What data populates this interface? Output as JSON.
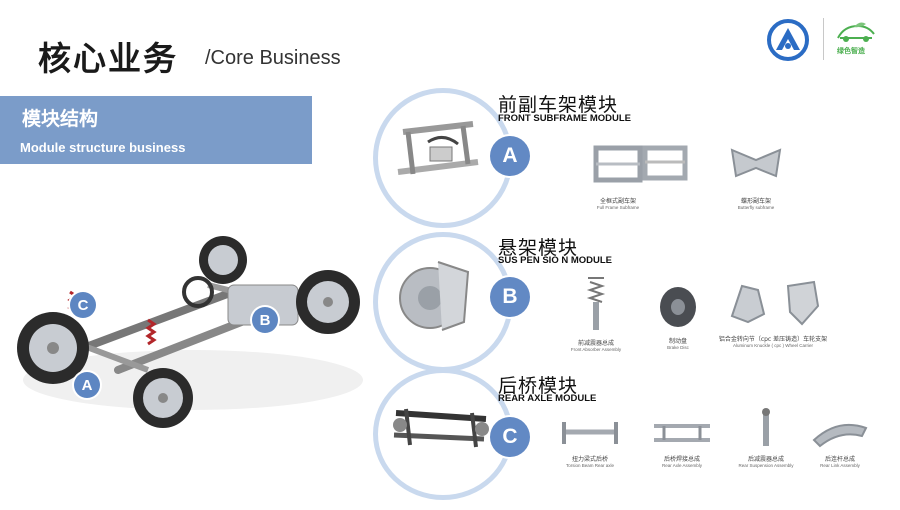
{
  "header": {
    "title_cn": "核心业务",
    "title_en": "/Core Business",
    "logo_secondary_text": "绿色智造"
  },
  "section_band": {
    "title_cn": "模块结构",
    "title_en": "Module structure business"
  },
  "car_badges": [
    "A",
    "B",
    "C"
  ],
  "modules": [
    {
      "badge": "A",
      "title_cn": "前副车架模块",
      "title_en": "FRONT SUBFRAME  MODULE",
      "parts": [
        {
          "cn": "全框式副车架",
          "en": "Full Frame Subframe",
          "icon": "full-frame-subframe-icon"
        },
        {
          "cn": "蝶形副车架",
          "en": "Butterfly subframe",
          "icon": "butterfly-subframe-icon"
        }
      ]
    },
    {
      "badge": "B",
      "title_cn": "悬架模块",
      "title_en": "SUS PEN SIO N MODULE",
      "parts": [
        {
          "cn": "前减震器总成",
          "en": "Front Absorber Assembly",
          "icon": "front-absorber-icon"
        },
        {
          "cn": "制动盘",
          "en": "Brake Disc",
          "icon": "brake-disc-icon"
        },
        {
          "cn": "铝合金转向节（cpc 差压铸造）车轮支架",
          "en": "Aluminum Knuckle ( cpc ) Wheel Carrier",
          "icon": "aluminum-knuckle-icon"
        }
      ]
    },
    {
      "badge": "C",
      "title_cn": "后桥模块",
      "title_en": "REAR AXLE MODULE",
      "parts": [
        {
          "cn": "扭力梁式后桥",
          "en": "Torsion Beam Rear axle",
          "icon": "torsion-beam-icon"
        },
        {
          "cn": "后桥焊接总成",
          "en": "Rear Axle Assembly",
          "icon": "rear-axle-assembly-icon"
        },
        {
          "cn": "后减震器总成",
          "en": "Rear Suspension Assembly",
          "icon": "rear-suspension-icon"
        },
        {
          "cn": "后连杆总成",
          "en": "Rear Link Assembly",
          "icon": "rear-link-icon"
        }
      ]
    }
  ],
  "colors": {
    "accent_blue": "#6289c4",
    "band_blue": "#7b9cc9",
    "ring_blue": "#c9d9ee",
    "logo_green": "#4caf50"
  }
}
